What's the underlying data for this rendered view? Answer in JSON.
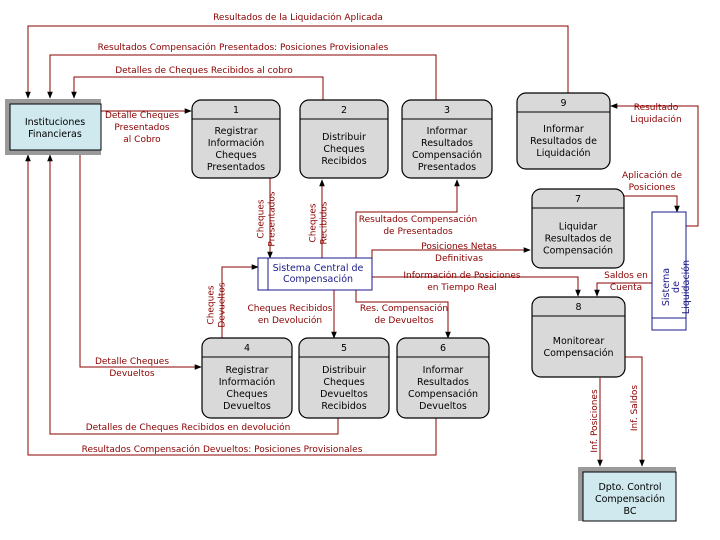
{
  "entities": {
    "inst": {
      "lines": [
        "Instituciones",
        "Financieras"
      ]
    },
    "bc": {
      "lines": [
        "Dpto. Control",
        "Compensación",
        "BC"
      ]
    }
  },
  "stores": {
    "central": {
      "lines": [
        "Sistema Central de",
        "Compensación"
      ]
    },
    "liq": {
      "lines": [
        "Sistema",
        "de",
        "Liquidación"
      ]
    }
  },
  "processes": [
    {
      "id": "p1",
      "number": "1",
      "lines": [
        "Registrar",
        "Información",
        "Cheques",
        "Presentados"
      ]
    },
    {
      "id": "p2",
      "number": "2",
      "lines": [
        "Distribuir",
        "Cheques",
        "Recibidos"
      ]
    },
    {
      "id": "p3",
      "number": "3",
      "lines": [
        "Informar",
        "Resultados",
        "Compensación",
        "Presentados"
      ]
    },
    {
      "id": "p9",
      "number": "9",
      "lines": [
        "Informar",
        "Resultados de",
        "Liquidación"
      ]
    },
    {
      "id": "p7",
      "number": "7",
      "lines": [
        "Liquidar",
        "Resultados de",
        "Compensación"
      ]
    },
    {
      "id": "p8",
      "number": "8",
      "lines": [
        "Monitorear",
        "Compensación"
      ]
    },
    {
      "id": "p4",
      "number": "4",
      "lines": [
        "Registrar",
        "Información",
        "Cheques",
        "Devueltos"
      ]
    },
    {
      "id": "p5",
      "number": "5",
      "lines": [
        "Distribuir",
        "Cheques",
        "Devueltos",
        "Recibidos"
      ]
    },
    {
      "id": "p6",
      "number": "6",
      "lines": [
        "Informar",
        "Resultados",
        "Compensación",
        "Devueltos"
      ]
    }
  ],
  "flows": [
    {
      "id": "f_liq_aplicada",
      "lines": [
        "Resultados de la Liquidación Aplicada"
      ]
    },
    {
      "id": "f_comp_pres_prov",
      "lines": [
        "Resultados Compensación Presentados: Posiciones Provisionales"
      ]
    },
    {
      "id": "f_det_recibidos",
      "lines": [
        "Detalles de Cheques Recibidos al cobro"
      ]
    },
    {
      "id": "f_det_presentados",
      "lines": [
        "Detalle Cheques",
        "Presentados",
        "al Cobro"
      ]
    },
    {
      "id": "f_res_liq",
      "lines": [
        "Resultado",
        "Liquidación"
      ]
    },
    {
      "id": "f_aplic_pos",
      "lines": [
        "Aplicación de",
        "Posiciones"
      ]
    },
    {
      "id": "f_ch_presentados",
      "lines": [
        "Cheques",
        "Presentados"
      ]
    },
    {
      "id": "f_ch_recibidos",
      "lines": [
        "Cheques",
        "Recibidos"
      ]
    },
    {
      "id": "f_res_comp_pres",
      "lines": [
        "Resultados Compensación",
        "de Presentados"
      ]
    },
    {
      "id": "f_pos_netas",
      "lines": [
        "Posiciones Netas",
        "Definitivas"
      ]
    },
    {
      "id": "f_info_pos",
      "lines": [
        "Información de Posiciones",
        "en Tiempo Real"
      ]
    },
    {
      "id": "f_saldos_cuenta",
      "lines": [
        "Saldos en",
        "Cuenta"
      ]
    },
    {
      "id": "f_ch_devueltos",
      "lines": [
        "Cheques",
        "Devueltos"
      ]
    },
    {
      "id": "f_ch_rec_dev",
      "lines": [
        "Cheques Recibidos",
        "en Devolución"
      ]
    },
    {
      "id": "f_res_comp_dev",
      "lines": [
        "Res. Compensación",
        "de Devueltos"
      ]
    },
    {
      "id": "f_det_devueltos",
      "lines": [
        "Detalle Cheques",
        "Devueltos"
      ]
    },
    {
      "id": "f_det_rec_dev",
      "lines": [
        "Detalles de Cheques Recibidos en devolución"
      ]
    },
    {
      "id": "f_comp_dev_prov",
      "lines": [
        "Resultados Compensación Devueltos: Posiciones Provisionales"
      ]
    },
    {
      "id": "f_inf_posiciones",
      "lines": [
        "Inf. Posiciones"
      ]
    },
    {
      "id": "f_inf_saldos",
      "lines": [
        "Inf. Saldos"
      ]
    }
  ]
}
